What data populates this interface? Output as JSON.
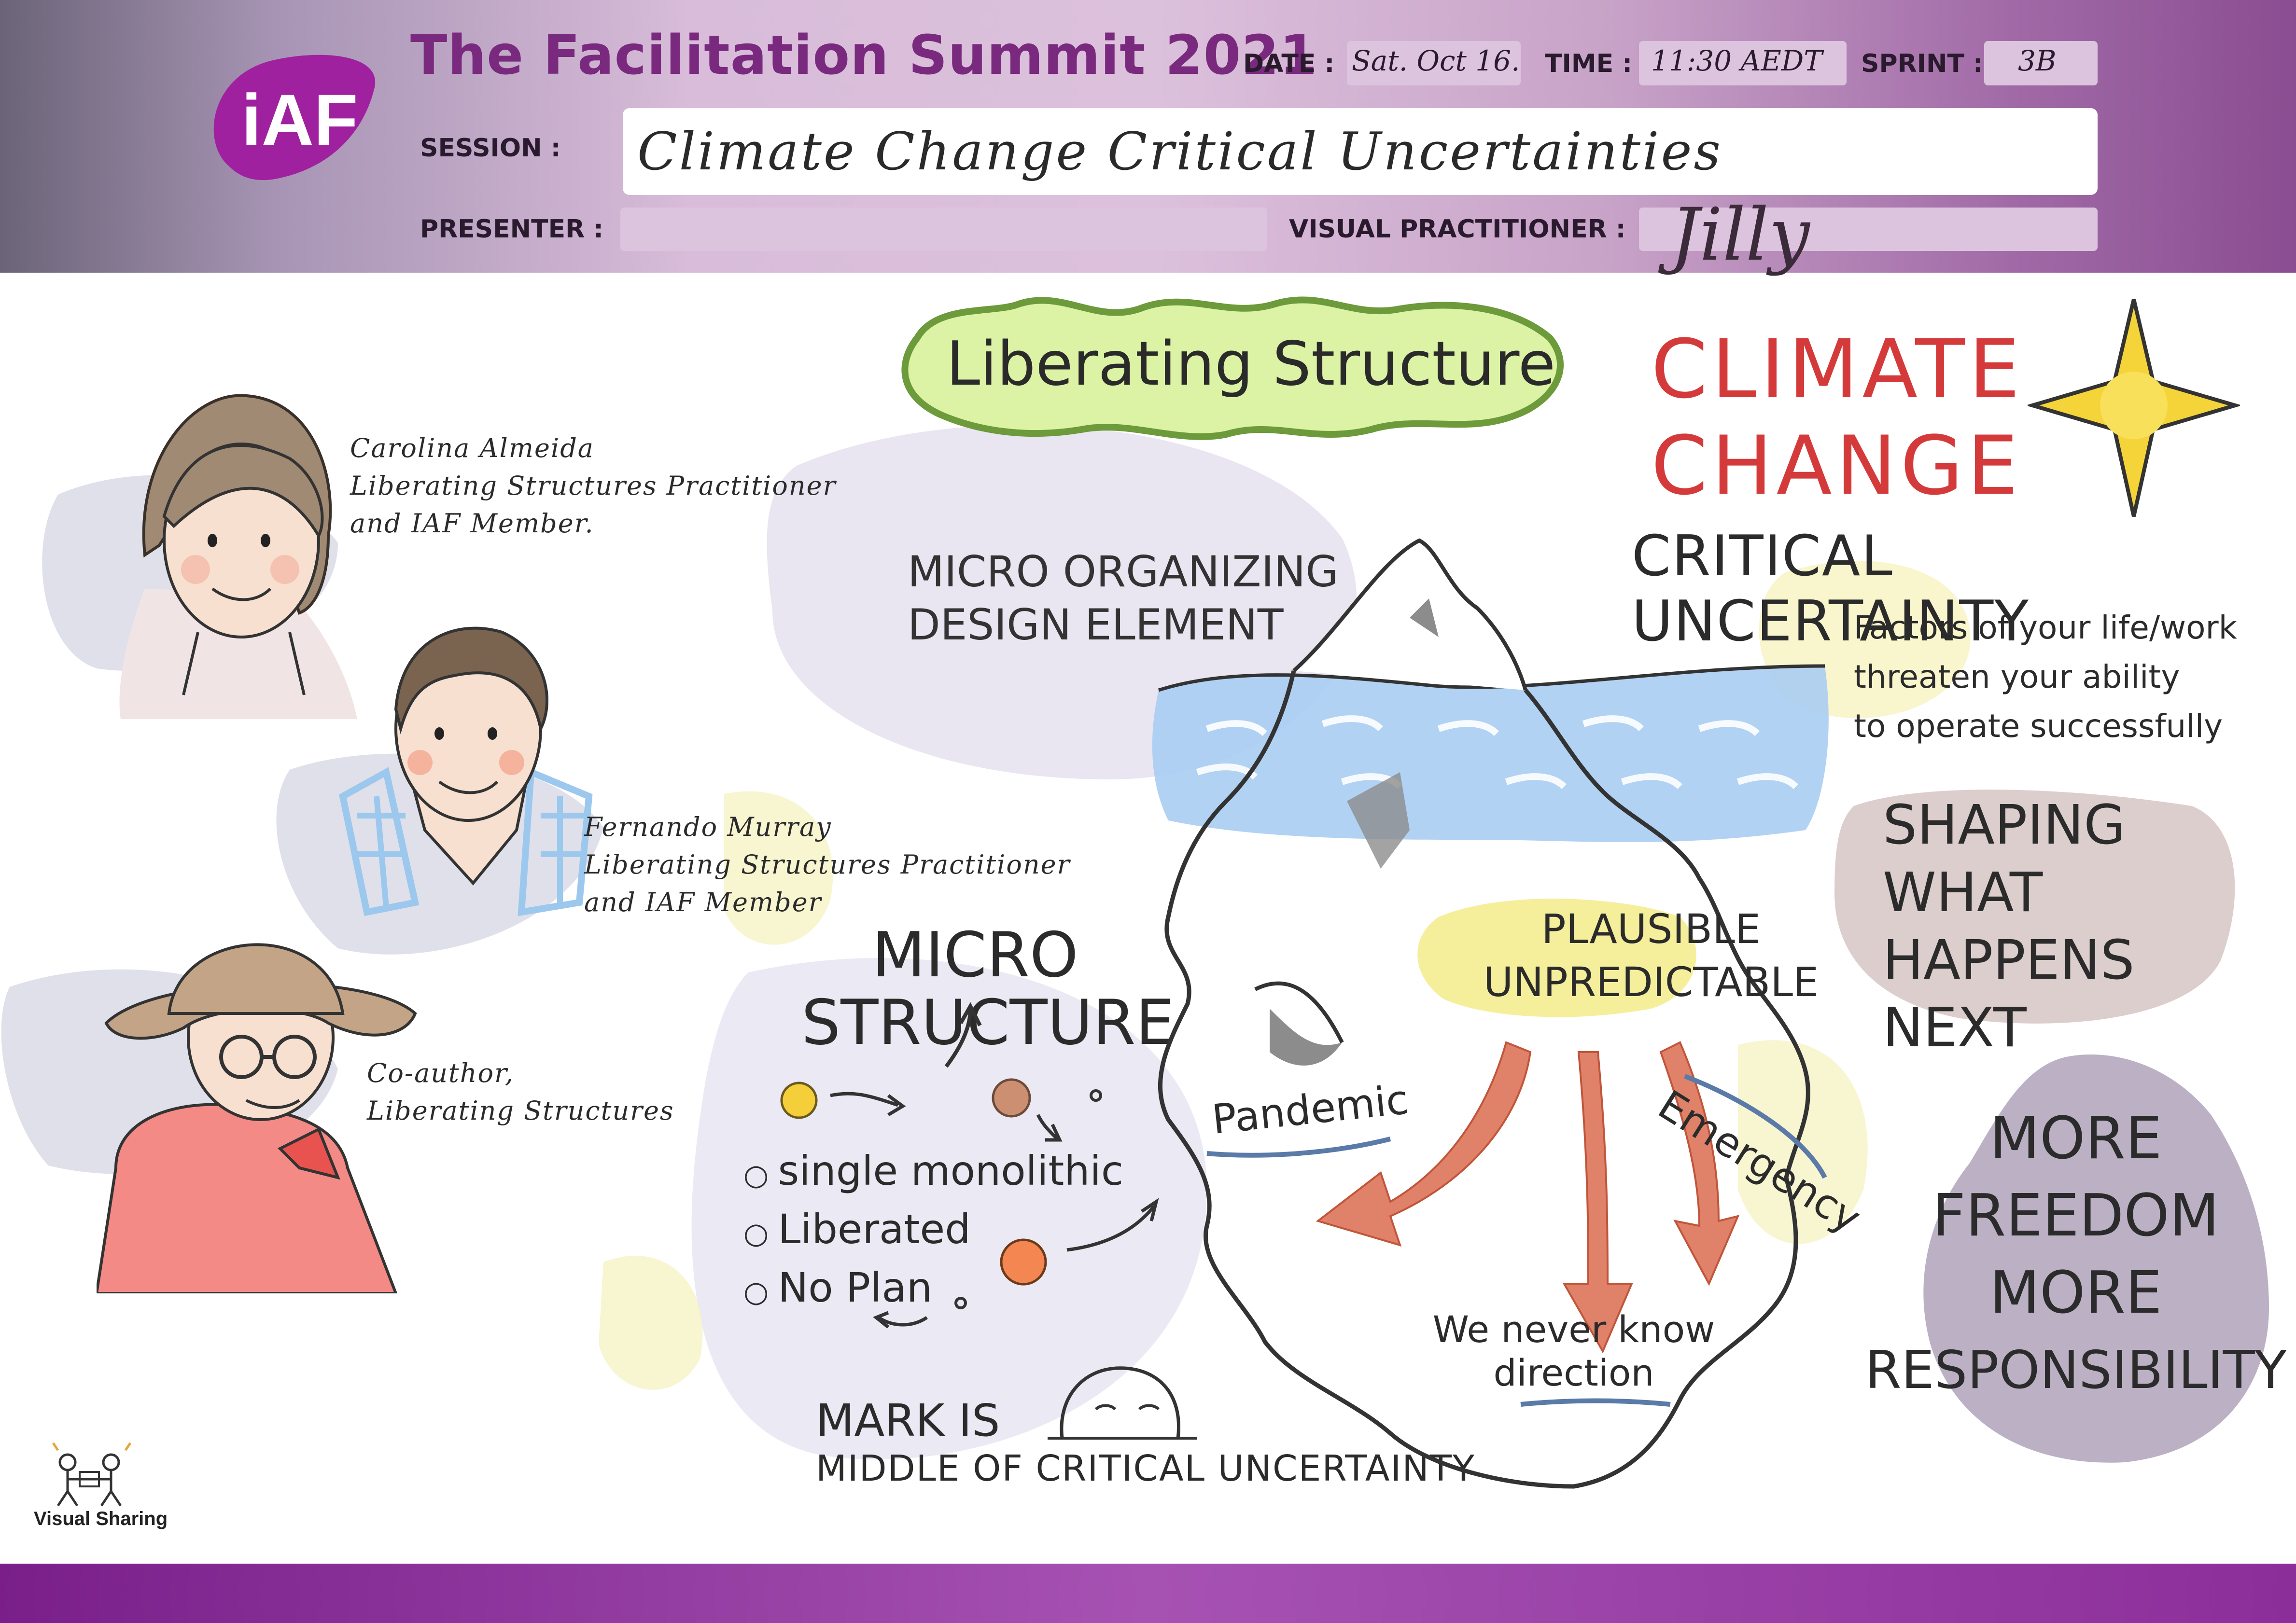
{
  "header": {
    "title": "The Facilitation Summit 2021",
    "logo_text": "iAF",
    "date_label": "DATE :",
    "date_value": "Sat. Oct 16.",
    "time_label": "TIME :",
    "time_value": "11:30 AEDT",
    "sprint_label": "SPRINT :",
    "sprint_value": "3B",
    "session_label": "SESSION :",
    "session_value": "Climate Change Critical Uncertainties",
    "presenter_label": "PRESENTER :",
    "presenter_value": "",
    "practitioner_label": "VISUAL PRACTITIONER :",
    "practitioner_value": "Jilly"
  },
  "people": [
    {
      "name": "Carolina Almeida",
      "line2": "Liberating Structures Practitioner",
      "line3": "and IAF Member."
    },
    {
      "name": "Fernando Murray",
      "line2": "Liberating Structures Practitioner",
      "line3": "and IAF Member"
    },
    {
      "name": "Co-author,",
      "line2": "Liberating Structures",
      "line3": ""
    }
  ],
  "canvas": {
    "liberating_structure": "Liberating Structure",
    "micro_org_1": "MICRO ORGANIZING",
    "micro_org_2": "DESIGN ELEMENT",
    "micro_structure_1": "MICRO",
    "micro_structure_2": "STRUCTURE",
    "list": [
      "single monolithic",
      "Liberated",
      "No Plan"
    ],
    "mark_1": "MARK IS",
    "mark_2": "MIDDLE OF CRITICAL UNCERTAINTY",
    "climate_1": "CLIMATE",
    "climate_2": "CHANGE",
    "critical_uncertainty": "CRITICAL UNCERTAINTY",
    "factors_1": "Factors of your life/work",
    "factors_2": "threaten your ability",
    "factors_3": "to operate successfully",
    "shaping_1": "SHAPING",
    "shaping_2": "WHAT HAPPENS",
    "shaping_3": "NEXT",
    "freedom_1": "MORE",
    "freedom_2": "FREEDOM",
    "freedom_3": "MORE",
    "freedom_4": "RESPONSIBILITY",
    "plausible": "PLAUSIBLE",
    "unpredictable": "UNPREDICTABLE",
    "pandemic": "Pandemic",
    "emergency": "Emergency",
    "never_know_1": "We never know",
    "never_know_2": "direction",
    "visual_sharing": "Visual Sharing"
  },
  "colors": {
    "brand_purple": "#8c2e9a",
    "climate_red": "#d43a3a",
    "highlight_green": "#d9f0a0",
    "highlight_yellow": "#f5ef9c",
    "water_blue": "#a9cdf2",
    "arrow_salmon": "#e0826a"
  }
}
